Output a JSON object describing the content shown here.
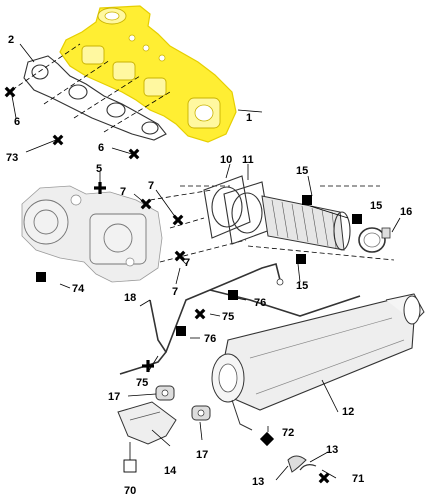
{
  "diagram": {
    "callouts": {
      "c1": "1",
      "c2": "2",
      "c5": "5",
      "c6a": "6",
      "c6b": "6",
      "c7a": "7",
      "c7b": "7",
      "c7c": "7",
      "c7d": "7",
      "c10": "10",
      "c11": "11",
      "c12": "12",
      "c13a": "13",
      "c13b": "13",
      "c14": "14",
      "c15a": "15",
      "c15b": "15",
      "c15c": "15",
      "c16": "16",
      "c17a": "17",
      "c17b": "17",
      "c18": "18",
      "c70": "70",
      "c71": "71",
      "c72": "72",
      "c73": "73",
      "c74": "74",
      "c75a": "75",
      "c75b": "75",
      "c76a": "76",
      "c76b": "76"
    },
    "colors": {
      "highlight": "#ffee33",
      "highlight_stroke": "#e6cf00",
      "line": "#000000"
    },
    "icons": {
      "cross": "cross-icon",
      "square_filled": "filled-square-icon",
      "square_open": "open-square-icon"
    }
  }
}
